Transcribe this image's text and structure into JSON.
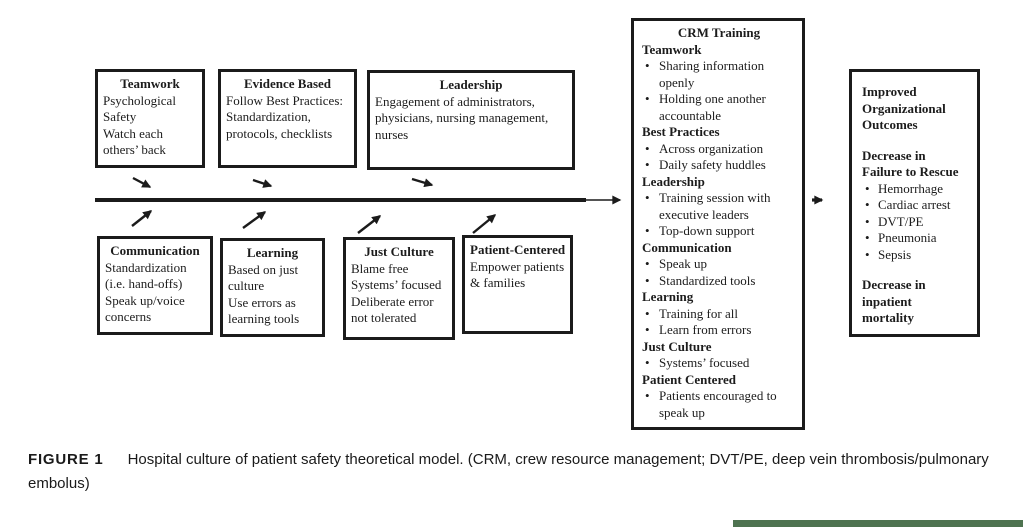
{
  "colors": {
    "accent_bar": "#4e7350",
    "box_border": "#1b1b1b",
    "text": "#1c1c1c"
  },
  "boxes": {
    "teamwork": {
      "title": "Teamwork",
      "body": "Psychological\nSafety\nWatch each\nothers’ back"
    },
    "evidence": {
      "title": "Evidence Based",
      "body": "Follow Best Practices:\nStandardization,\nprotocols, checklists"
    },
    "leadership": {
      "title": "Leadership",
      "body": "Engagement of administrators,\nphysicians, nursing management,\nnurses"
    },
    "communication": {
      "title": "Communication",
      "body": "Standardization\n(i.e. hand-offs)\nSpeak up/voice\nconcerns"
    },
    "learning": {
      "title": "Learning",
      "body": "Based on just\nculture\nUse errors as\nlearning tools"
    },
    "just_culture": {
      "title": "Just Culture",
      "body": "Blame free\nSystems’ focused\nDeliberate error\nnot tolerated"
    },
    "patient_centered": {
      "title": "Patient-Centered",
      "body": "Empower patients\n& families"
    }
  },
  "crm": {
    "title": "CRM Training",
    "sections": [
      {
        "heading": "Teamwork",
        "bullets": [
          "Sharing information openly",
          "Holding one another accountable"
        ]
      },
      {
        "heading": "Best Practices",
        "bullets": [
          "Across organization",
          "Daily safety huddles"
        ]
      },
      {
        "heading": "Leadership",
        "bullets": [
          "Training session with executive leaders",
          "Top-down support"
        ]
      },
      {
        "heading": "Communication",
        "bullets": [
          "Speak up",
          "Standardized tools"
        ]
      },
      {
        "heading": "Learning",
        "bullets": [
          "Training for all",
          "Learn from errors"
        ]
      },
      {
        "heading": "Just Culture",
        "bullets": [
          "Systems’ focused"
        ]
      },
      {
        "heading": "Patient Centered",
        "bullets": [
          "Patients encouraged to speak up"
        ]
      }
    ]
  },
  "outcomes": {
    "title": "Improved\nOrganizational\nOutcomes",
    "sub1_title": "Decrease in\nFailure to Rescue",
    "bullets": [
      "Hemorrhage",
      "Cardiac arrest",
      "DVT/PE",
      "Pneumonia",
      "Sepsis"
    ],
    "sub2_title": "Decrease in\ninpatient\nmortality"
  },
  "caption": {
    "label": "FIGURE 1",
    "text": "Hospital culture of patient safety theoretical model. (CRM, crew resource management; DVT/PE, deep vein thrombosis/pulmonary embolus)"
  }
}
